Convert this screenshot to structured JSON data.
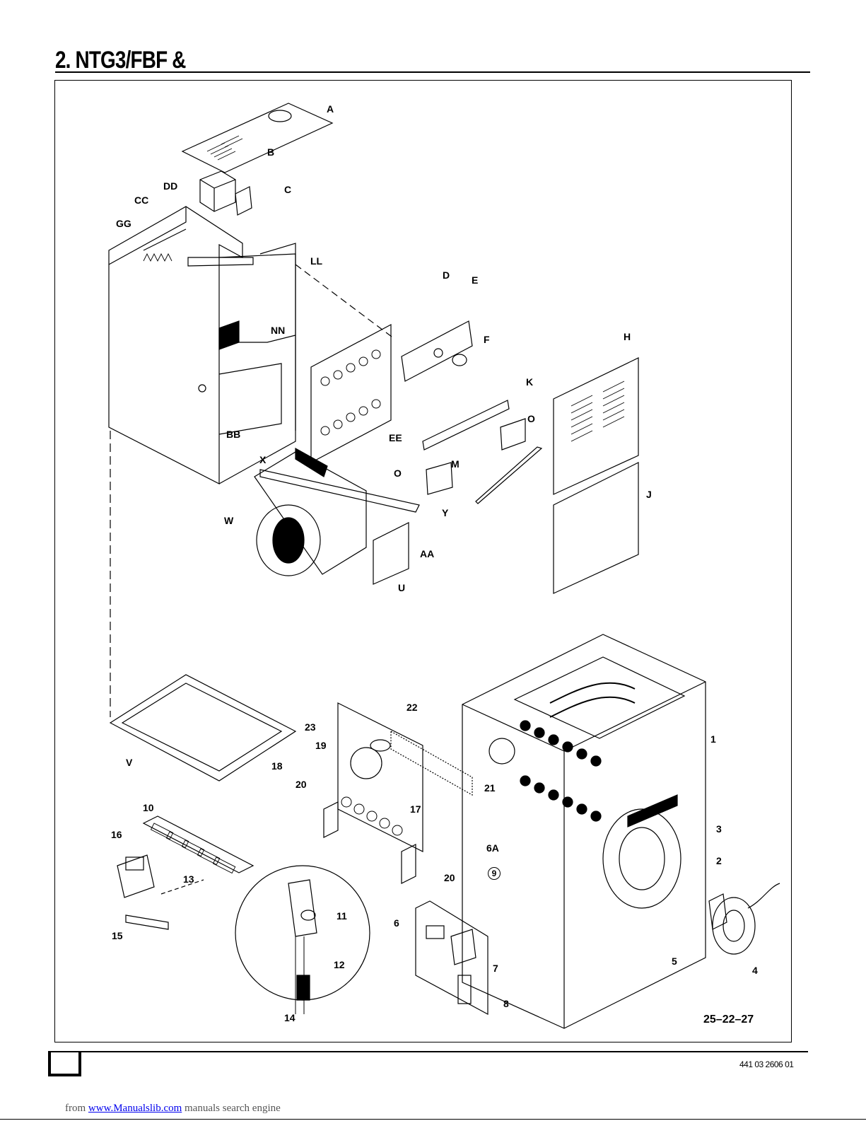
{
  "header": {
    "title": "2. NTG3/FBF &"
  },
  "figure": {
    "reference": "25–22–27",
    "callouts": [
      "A",
      "B",
      "C",
      "D",
      "DD",
      "CC",
      "GG",
      "E",
      "F",
      "LL",
      "H",
      "NN",
      "K",
      "O",
      "BB",
      "EE",
      "M",
      "X",
      "J",
      "Y",
      "W",
      "AA",
      "U",
      "22",
      "23",
      "1",
      "19",
      "18",
      "V",
      "21",
      "20",
      "17",
      "10",
      "3",
      "6A",
      "16",
      "2",
      "9",
      "13",
      "11",
      "6",
      "7",
      "15",
      "5",
      "4",
      "12",
      "8",
      "14"
    ]
  },
  "footer": {
    "doc_number": "441 03 2606 01"
  },
  "credit": {
    "prefix": "from",
    "link_text": "www.Manualslib.com",
    "suffix": "manuals search engine"
  }
}
